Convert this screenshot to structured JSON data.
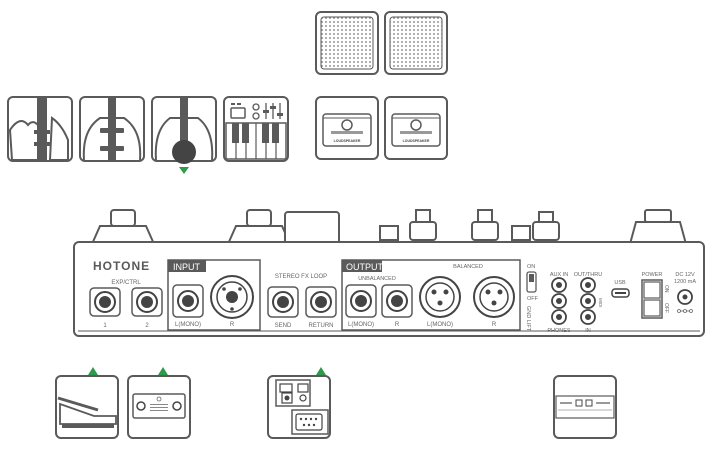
{
  "brand": "HOTONE",
  "panel": {
    "exp_ctrl": {
      "title": "EXP/CTRL",
      "jack1": "1",
      "jack2": "2"
    },
    "input": {
      "title": "INPUT",
      "left": "L(MONO)",
      "right": "R"
    },
    "fx_loop": {
      "title": "STEREO FX LOOP",
      "send": "SEND",
      "return": "RETURN"
    },
    "output": {
      "title": "OUTPUT",
      "unbalanced": "UNBALANCED",
      "balanced": "BALANCED",
      "unbal_left": "L(MONO)",
      "unbal_right": "R",
      "bal_left": "L(MONO)",
      "bal_right": "R"
    },
    "ground_lift": {
      "on": "ON",
      "off": "OFF",
      "label": "GND LIFT"
    },
    "aux_in": "AUX IN",
    "phones": "PHONES",
    "midi": {
      "out_thru": "OUT/THRU",
      "midi": "MIDI",
      "in": "IN"
    },
    "usb": "USB",
    "power": {
      "title": "POWER",
      "on": "ON",
      "off": "OFF"
    },
    "dc": {
      "line1": "DC 12V",
      "line2": "1200 mA"
    }
  },
  "speaker_brand": "LOUDSPEAKER",
  "icons": [
    "cabinet-icon",
    "electric-guitar-icon",
    "bass-guitar-icon",
    "acoustic-guitar-icon",
    "keyboard-synth-icon",
    "studio-monitor-icon",
    "expression-pedal-icon",
    "footswitch-icon",
    "audio-interface-icon",
    "midi-device-icon"
  ],
  "colors": {
    "accent": "#2e9a4c",
    "line": "#5a5a5a",
    "panel_fill": "#ffffff"
  }
}
